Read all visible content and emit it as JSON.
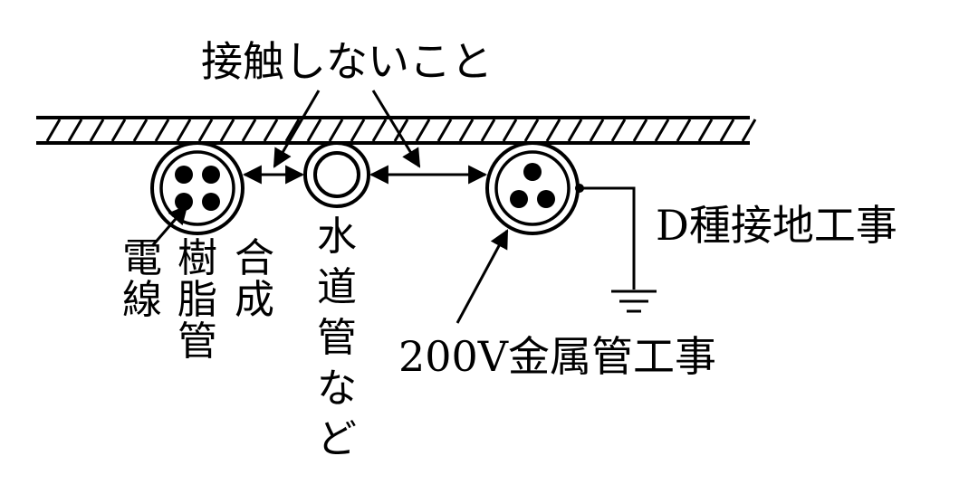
{
  "labels": {
    "no_contact": "接触しないこと",
    "resin_pipe": "合成樹脂管",
    "wire": "電線",
    "water_pipe": "水道管など",
    "metal_pipe": "200V金属管工事",
    "ground": "D種接地工事"
  },
  "colors": {
    "ink": "#000000",
    "background": "#ffffff"
  }
}
